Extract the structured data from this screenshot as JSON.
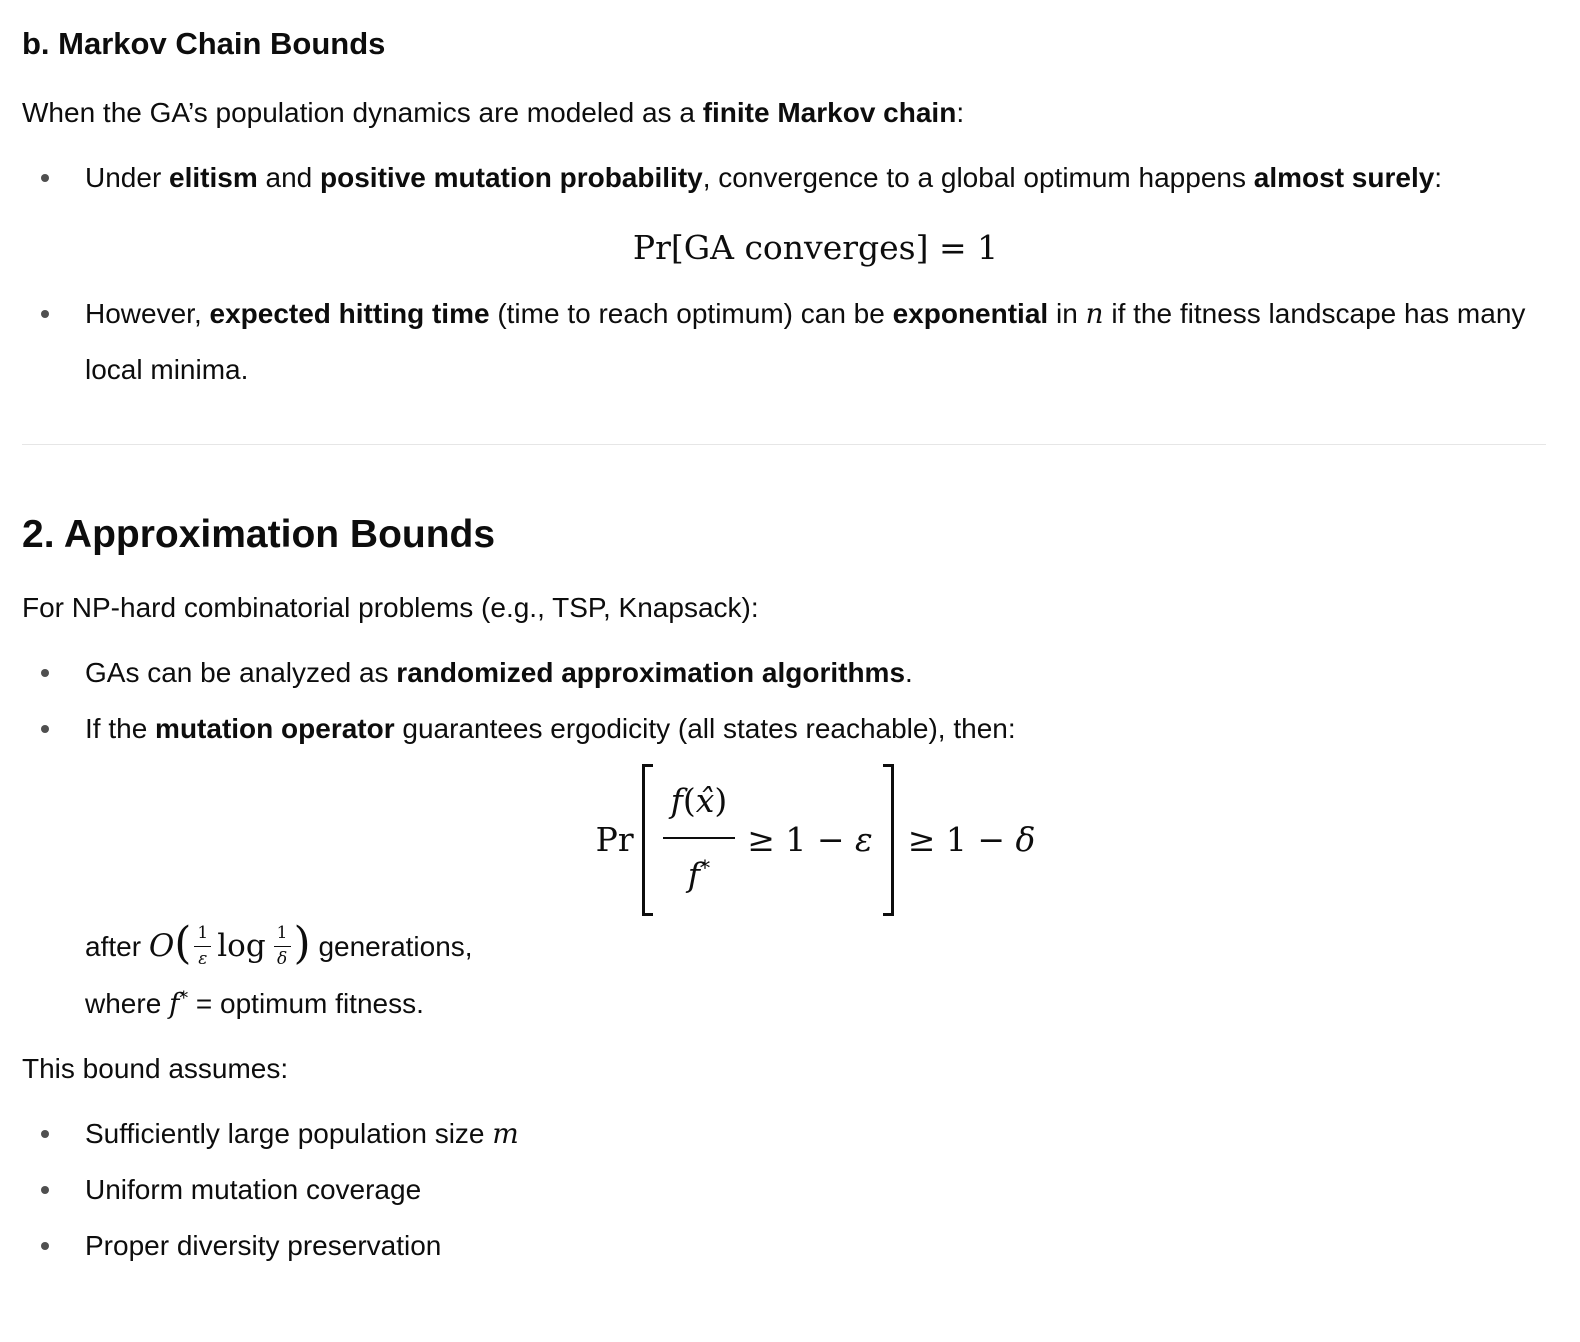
{
  "palette": {
    "text": "#0d0d0d",
    "bg": "#ffffff",
    "divider": "#e6e6e6",
    "bullet": "#4f4f4f"
  },
  "section1": {
    "heading": "b. Markov Chain Bounds",
    "intro_runs": [
      {
        "t": "When the GA’s population dynamics are modeled as a "
      },
      {
        "t": "finite Markov chain",
        "b": true
      },
      {
        "t": ":"
      }
    ],
    "bullet1_runs": [
      {
        "t": "Under "
      },
      {
        "t": "elitism",
        "b": true
      },
      {
        "t": " and "
      },
      {
        "t": "positive mutation probability",
        "b": true
      },
      {
        "t": ", convergence to a global optimum happens "
      },
      {
        "t": "almost surely",
        "b": true
      },
      {
        "t": ":"
      }
    ],
    "formula": "Pr[GA converges] = 1",
    "bullet2_runs": [
      {
        "t": "However, "
      },
      {
        "t": "expected hitting time",
        "b": true
      },
      {
        "t": " (time to reach optimum) can be "
      },
      {
        "t": "exponential",
        "b": true
      },
      {
        "t": " in "
      },
      {
        "t": "n",
        "i": true
      },
      {
        "t": " if the fitness landscape has many local minima."
      }
    ]
  },
  "section2": {
    "heading": "2. Approximation Bounds",
    "intro": "For NP-hard combinatorial problems (e.g., TSP, Knapsack):",
    "bullet1_runs": [
      {
        "t": "GAs can be analyzed as "
      },
      {
        "t": "randomized approximation algorithms",
        "b": true
      },
      {
        "t": "."
      }
    ],
    "bullet2_runs": [
      {
        "t": "If the "
      },
      {
        "t": "mutation operator",
        "b": true
      },
      {
        "t": " guarantees ergodicity (all states reachable), then:"
      }
    ],
    "formula": {
      "pr": "Pr",
      "num_f": "f",
      "num_open": "(",
      "num_x": "x̂",
      "num_close": ")",
      "den_f": "f",
      "den_star": "*",
      "mid_text": "≥ 1 − ",
      "mid_eps": "ε",
      "tail_text": "≥ 1 − ",
      "tail_delta": "δ"
    },
    "gen_line": {
      "pre": "after ",
      "big_o": "O",
      "open": "(",
      "frac1_num": "1",
      "frac1_den": "ε",
      "log": "log",
      "frac2_num": "1",
      "frac2_den": "δ",
      "close": ")",
      "post": " generations,"
    },
    "where_line": {
      "pre": "where ",
      "f": "f",
      "star": "*",
      "post": " = optimum fitness."
    },
    "assumes_intro": "This bound assumes:",
    "assume1_runs": [
      {
        "t": "Sufficiently large population size "
      },
      {
        "t": "m",
        "i": true
      }
    ],
    "assume2": "Uniform mutation coverage",
    "assume3": "Proper diversity preservation"
  }
}
